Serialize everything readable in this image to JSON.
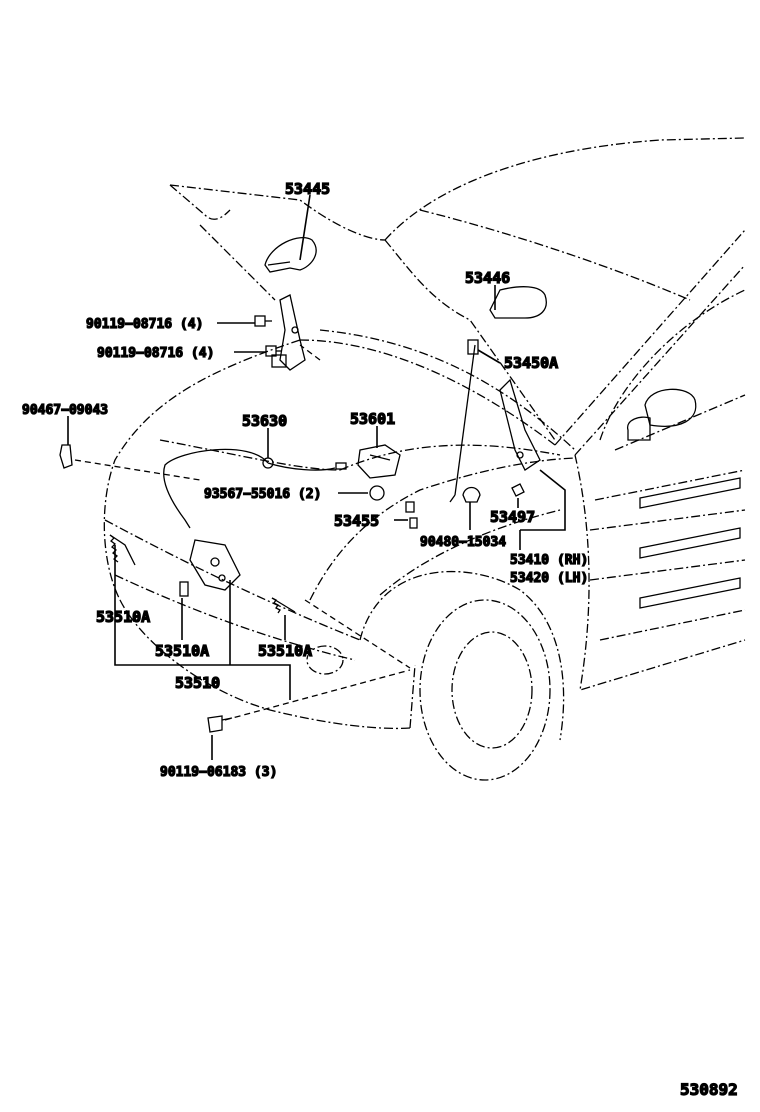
{
  "diagram_code": "530892",
  "parts": [
    {
      "key": "p53445",
      "label": "53445"
    },
    {
      "key": "p53446",
      "label": "53446"
    },
    {
      "key": "p90119_08716_a",
      "label": "90119−08716 (4)"
    },
    {
      "key": "p90119_08716_b",
      "label": "90119−08716 (4)"
    },
    {
      "key": "p53450A",
      "label": "53450A"
    },
    {
      "key": "p90467_09043",
      "label": "90467−09043"
    },
    {
      "key": "p53630",
      "label": "53630"
    },
    {
      "key": "p53601",
      "label": "53601"
    },
    {
      "key": "p93567_55016",
      "label": "93567−55016 (2)"
    },
    {
      "key": "p53455",
      "label": "53455"
    },
    {
      "key": "p53497",
      "label": "53497"
    },
    {
      "key": "p90480_15034",
      "label": "90480−15034"
    },
    {
      "key": "p53410",
      "label": "53410 (RH)"
    },
    {
      "key": "p53420",
      "label": "53420 (LH)"
    },
    {
      "key": "p53510A_left",
      "label": "53510A"
    },
    {
      "key": "p53510A_mid",
      "label": "53510A"
    },
    {
      "key": "p53510A_right",
      "label": "53510A"
    },
    {
      "key": "p53510",
      "label": "53510"
    },
    {
      "key": "p90119_06183",
      "label": "90119−06183 (3)"
    }
  ],
  "colors": {
    "ink": "#000000",
    "paper": "#ffffff"
  }
}
